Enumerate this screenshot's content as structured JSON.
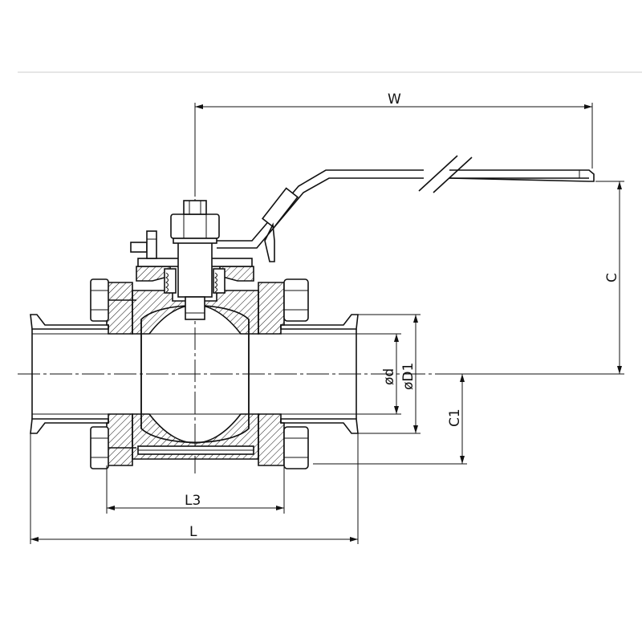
{
  "drawing": {
    "subject": "3-piece ball valve with lever handle",
    "labels": {
      "w": "W",
      "c": "C",
      "c1": "C1",
      "d": "ød",
      "d1": "øD1",
      "l": "L",
      "l3": "L3"
    }
  }
}
